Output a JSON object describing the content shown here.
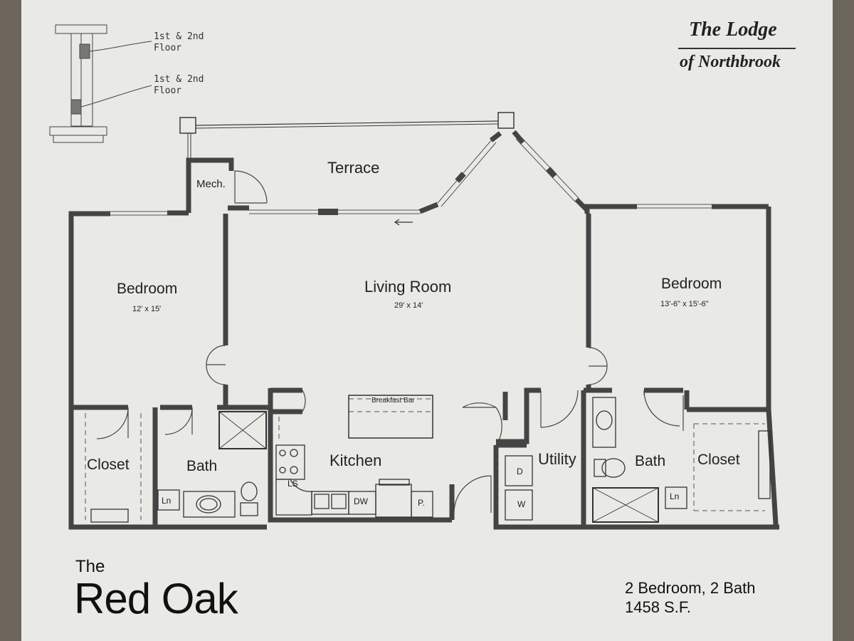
{
  "logo": {
    "line1": "The Lodge",
    "line2": "of Northbrook"
  },
  "key_plan": {
    "label_upper": "1st & 2nd\nFloor",
    "label_lower": "1st & 2nd\nFloor"
  },
  "rooms": {
    "terrace": "Terrace",
    "mech": "Mech.",
    "bedroom_left": "Bedroom",
    "bedroom_left_dim": "12' x 15'",
    "living_room": "Living Room",
    "living_room_dim": "29' x 14'",
    "bedroom_right": "Bedroom",
    "bedroom_right_dim": "13'-6\" x 15'-6\"",
    "closet_left": "Closet",
    "bath_left": "Bath",
    "kitchen": "Kitchen",
    "breakfast_bar": "Breakfast Bar",
    "utility": "Utility",
    "bath_right": "Bath",
    "closet_right": "Closet"
  },
  "fixtures": {
    "linen_left": "Ln",
    "linen_right": "Ln",
    "lazy_susan": "LS",
    "dishwasher": "DW",
    "pantry": "P.",
    "dryer": "D",
    "washer": "W"
  },
  "unit": {
    "prefix": "The",
    "name": "Red Oak",
    "summary": "2 Bedroom, 2 Bath",
    "area": "1458 S.F."
  }
}
